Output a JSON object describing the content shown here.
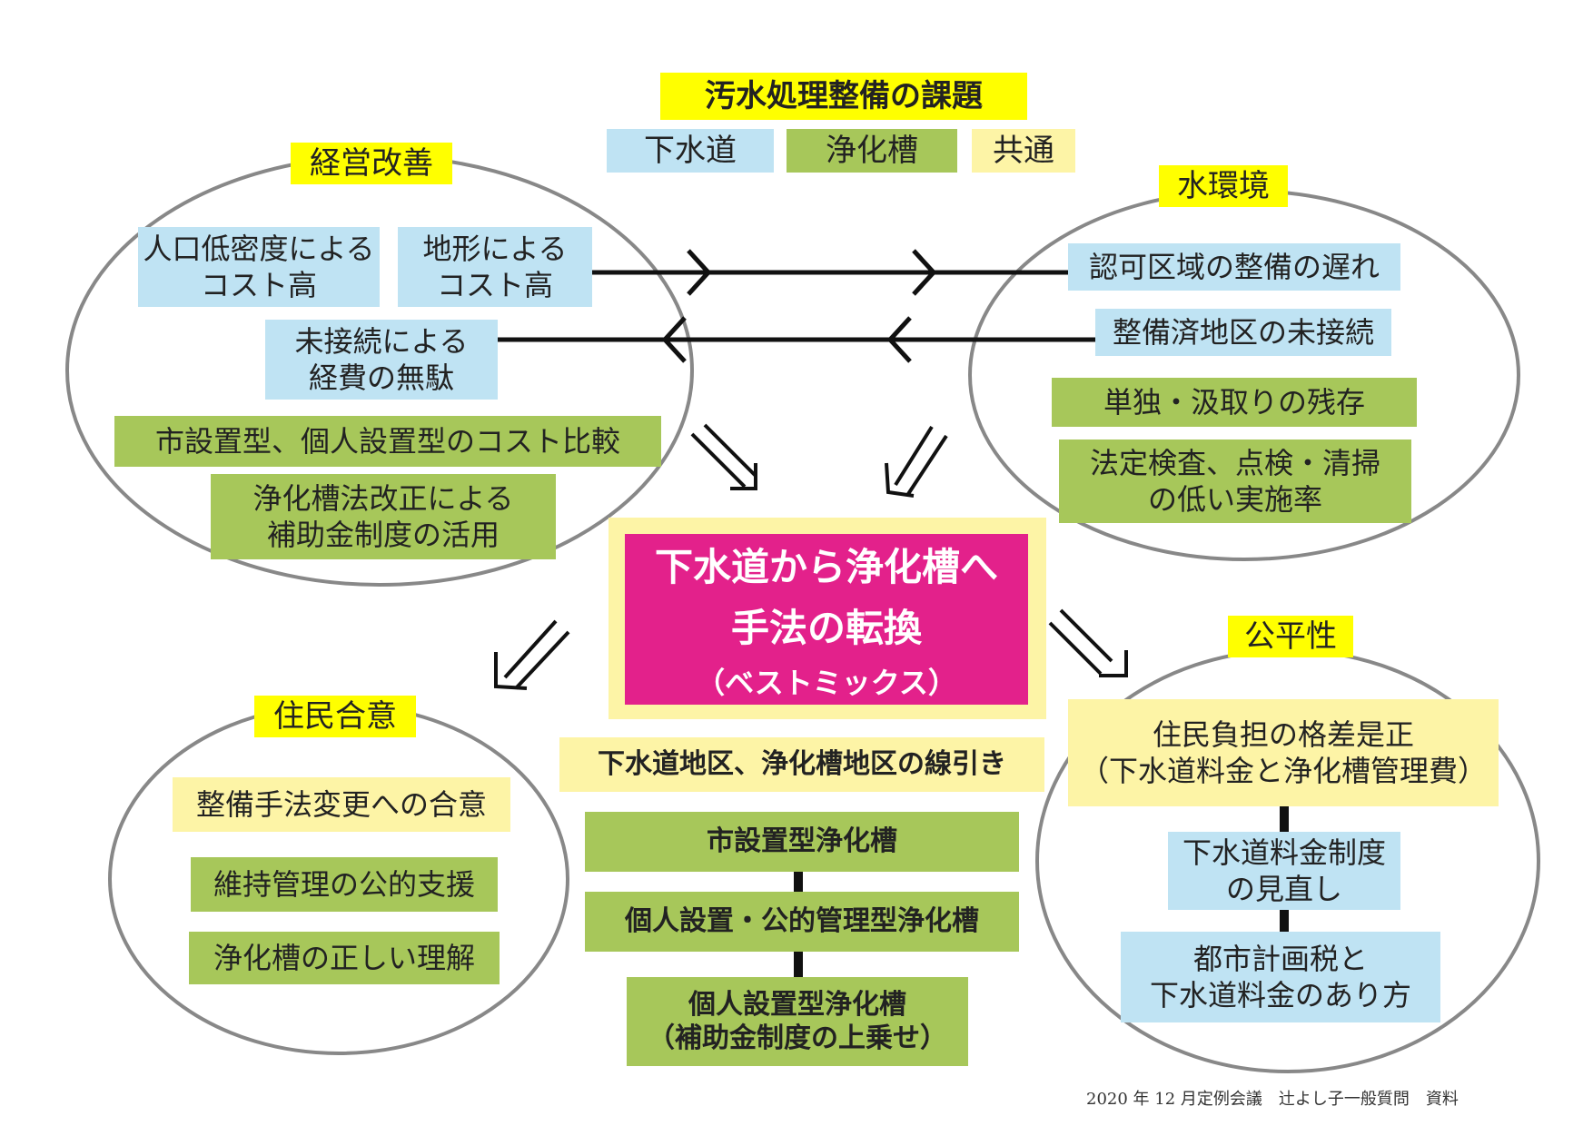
{
  "title": "汚水処理整備の課題",
  "legend": {
    "sewer": "下水道",
    "septic": "浄化槽",
    "common": "共通"
  },
  "colors": {
    "sewer": "#bfe3f3",
    "septic": "#a7c75a",
    "common": "#fdf4a6",
    "center": "#e3218b",
    "highlight": "#ffff00"
  },
  "keiei": {
    "heading": "経営改善",
    "items": [
      "人口低密度による\nコスト高",
      "地形による\nコスト高",
      "未接続による\n経費の無駄",
      "市設置型、個人設置型のコスト比較",
      "浄化槽法改正による\n補助金制度の活用"
    ]
  },
  "mizu": {
    "heading": "水環境",
    "items": [
      "認可区域の整備の遅れ",
      "整備済地区の未接続",
      "単独・汲取りの残存",
      "法定検査、点検・清掃\nの低い実施率"
    ]
  },
  "center": {
    "line1": "下水道から浄化槽へ",
    "line2": "手法の転換",
    "line3": "（ベストミックス）"
  },
  "juumin": {
    "heading": "住民合意",
    "items": [
      "整備手法変更への合意",
      "維持管理の公的支援",
      "浄化槽の正しい理解"
    ]
  },
  "kouhei": {
    "heading": "公平性",
    "items": [
      "住民負担の格差是正\n（下水道料金と浄化槽管理費）",
      "下水道料金制度\nの見直し",
      "都市計画税と\n下水道料金のあり方"
    ]
  },
  "senbiki": {
    "heading": "下水道地区、浄化槽地区の線引き",
    "items": [
      "市設置型浄化槽",
      "個人設置・公的管理型浄化槽",
      "個人設置型浄化槽\n（補助金制度の上乗せ）"
    ]
  },
  "footer": "2020 年 12 月定例会議　辻よし子一般質問　資料"
}
